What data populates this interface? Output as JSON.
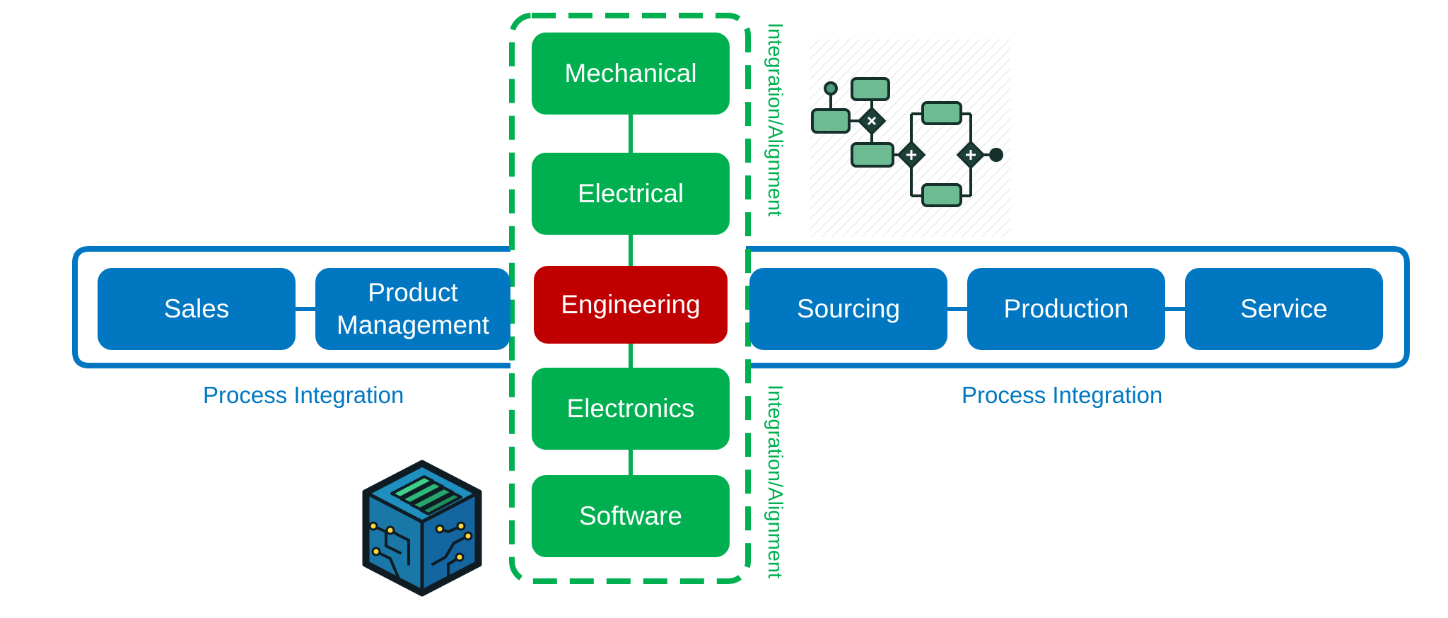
{
  "colors": {
    "process_blue": "#0077c0",
    "engineering_green": "#00b050",
    "engineering_red": "#c00000"
  },
  "process_chain": {
    "left": [
      "Sales",
      "Product\nManagement"
    ],
    "center": "Engineering",
    "right": [
      "Sourcing",
      "Production",
      "Service"
    ],
    "label_left": "Process Integration",
    "label_right": "Process Integration"
  },
  "disciplines": {
    "top": [
      "Mechanical",
      "Electrical"
    ],
    "bottom": [
      "Electronics",
      "Software"
    ],
    "label_top": "Integration/Alignment",
    "label_bottom": "Integration/Alignment"
  },
  "icons": {
    "workflow": "bpmn-workflow-icon",
    "system": "circuit-cube-icon"
  }
}
